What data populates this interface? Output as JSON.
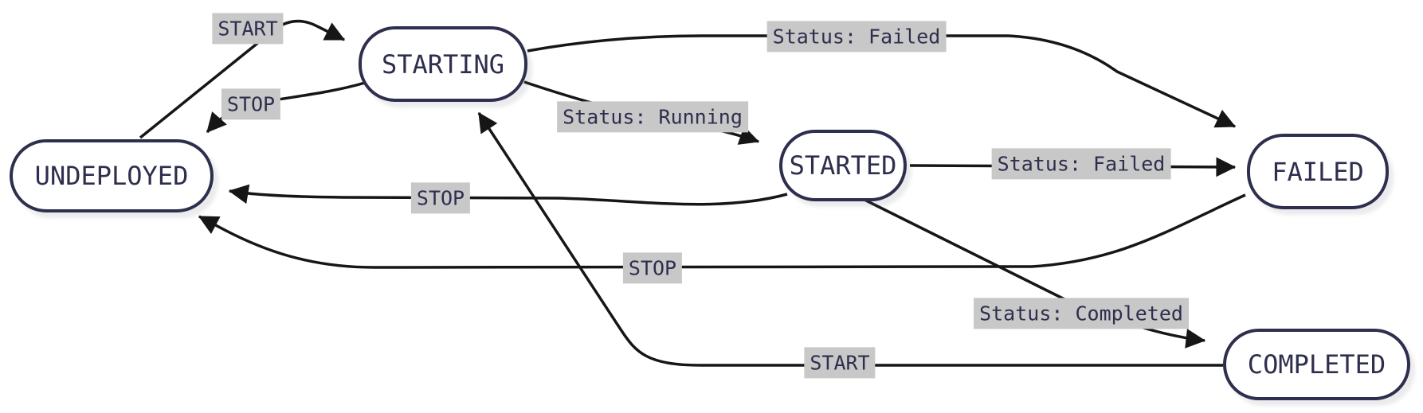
{
  "diagram": {
    "type": "state-machine",
    "states": [
      {
        "id": "undeployed",
        "label": "UNDEPLOYED"
      },
      {
        "id": "starting",
        "label": "STARTING"
      },
      {
        "id": "started",
        "label": "STARTED"
      },
      {
        "id": "failed",
        "label": "FAILED"
      },
      {
        "id": "completed",
        "label": "COMPLETED"
      }
    ],
    "transitions": [
      {
        "from": "UNDEPLOYED",
        "to": "STARTING",
        "label": "START"
      },
      {
        "from": "STARTING",
        "to": "UNDEPLOYED",
        "label": "STOP"
      },
      {
        "from": "STARTING",
        "to": "FAILED",
        "label": "Status: Failed"
      },
      {
        "from": "STARTING",
        "to": "STARTED",
        "label": "Status: Running"
      },
      {
        "from": "STARTED",
        "to": "FAILED",
        "label": "Status: Failed"
      },
      {
        "from": "STARTED",
        "to": "UNDEPLOYED",
        "label": "STOP"
      },
      {
        "from": "FAILED",
        "to": "UNDEPLOYED",
        "label": "STOP"
      },
      {
        "from": "STARTED",
        "to": "COMPLETED",
        "label": "Status: Completed"
      },
      {
        "from": "COMPLETED",
        "to": "STARTING",
        "label": "START"
      }
    ],
    "colors": {
      "node_border": "#2e2e4e",
      "node_fill": "#ffffff",
      "text": "#2e2e4e",
      "edge": "#161616",
      "edge_label_bg": "#c8c8c8",
      "background": "#ffffff"
    }
  }
}
